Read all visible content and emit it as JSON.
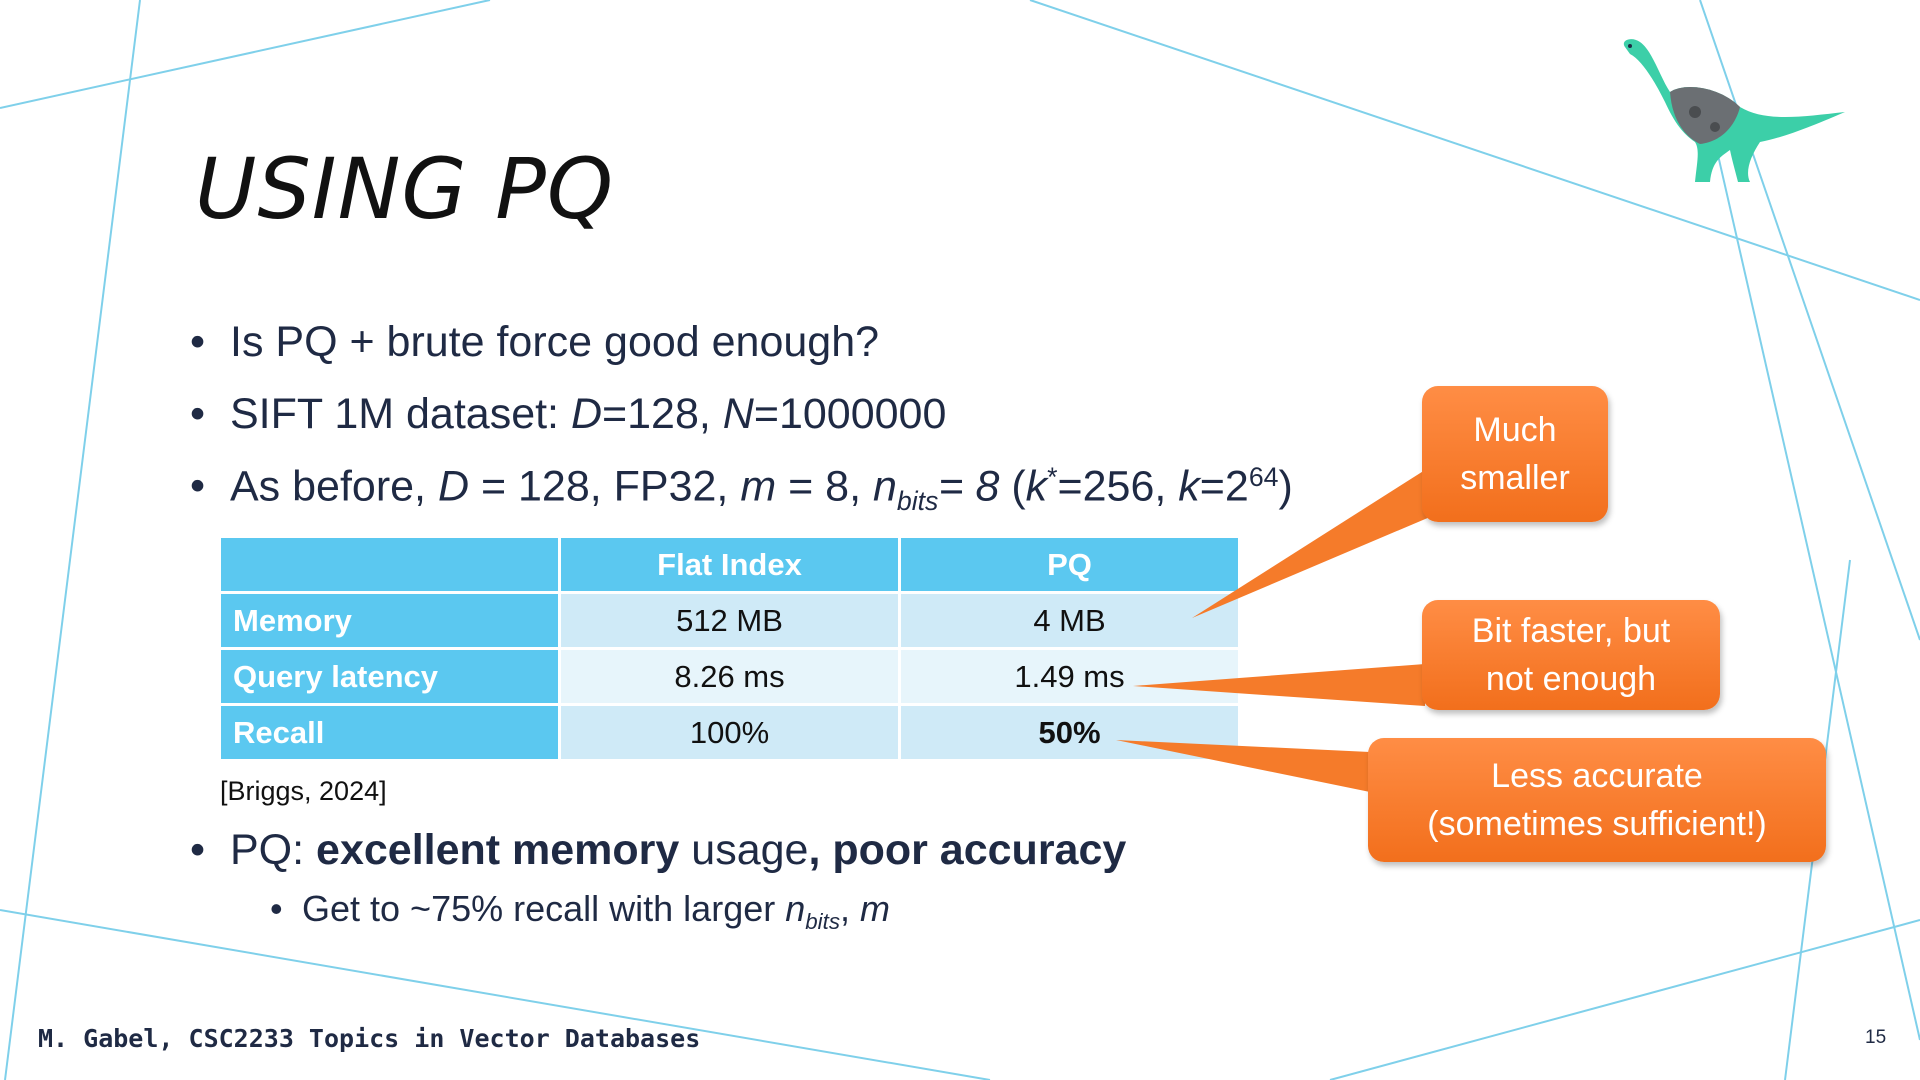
{
  "slide": {
    "title": "USING PQ",
    "bullets": {
      "b1": "Is PQ + brute force good enough?",
      "b2_prefix": "SIFT 1M dataset: ",
      "b2_D": "D",
      "b2_mid": "=128, ",
      "b2_N": "N",
      "b2_end": "=1000000",
      "b3_prefix": "As before, ",
      "b3_D": "D",
      "b3_a": " = 128, FP32, ",
      "b3_m": "m",
      "b3_b": " = 8, ",
      "b3_n": "n",
      "b3_bits": "bits",
      "b3_c": "= 8",
      "b3_d": " (",
      "b3_k": "k",
      "b3_star": "*",
      "b3_e": "=256, ",
      "b3_k2": "k",
      "b3_f": "=2",
      "b3_exp": "64",
      "b3_g": ")",
      "b4_prefix": "PQ: ",
      "b4_bold1": "excellent memory",
      "b4_mid": " usage",
      "b4_bold2": ", poor accuracy",
      "sub1_prefix": "Get to ~75% recall with larger ",
      "sub1_n": "n",
      "sub1_bits": "bits",
      "sub1_mid": ", ",
      "sub1_m": "m"
    },
    "bullet_glyph": "•",
    "table": {
      "headers": [
        "",
        "Flat Index",
        "PQ"
      ],
      "rows": [
        {
          "label": "Memory",
          "flat": "512 MB",
          "pq": "4 MB"
        },
        {
          "label": "Query latency",
          "flat": "8.26 ms",
          "pq": "1.49 ms"
        },
        {
          "label": "Recall",
          "flat": "100%",
          "pq": "50%"
        }
      ]
    },
    "citation": "[Briggs, 2024]",
    "callouts": {
      "c1_line1": "Much",
      "c1_line2": "smaller",
      "c2_line1": "Bit faster, but",
      "c2_line2": "not enough",
      "c3_line1": "Less accurate",
      "c3_line2": "(sometimes sufficient!)"
    },
    "footer": "M. Gabel, CSC2233 Topics in Vector Databases",
    "page_number": "15",
    "colors": {
      "accent_blue": "#5bc8f0",
      "callout_orange": "#f57b2a",
      "line_blue": "#7fd0ea",
      "text_dark": "#1f2a44"
    },
    "icons": {
      "mascot": "dinosaur-icon"
    }
  }
}
